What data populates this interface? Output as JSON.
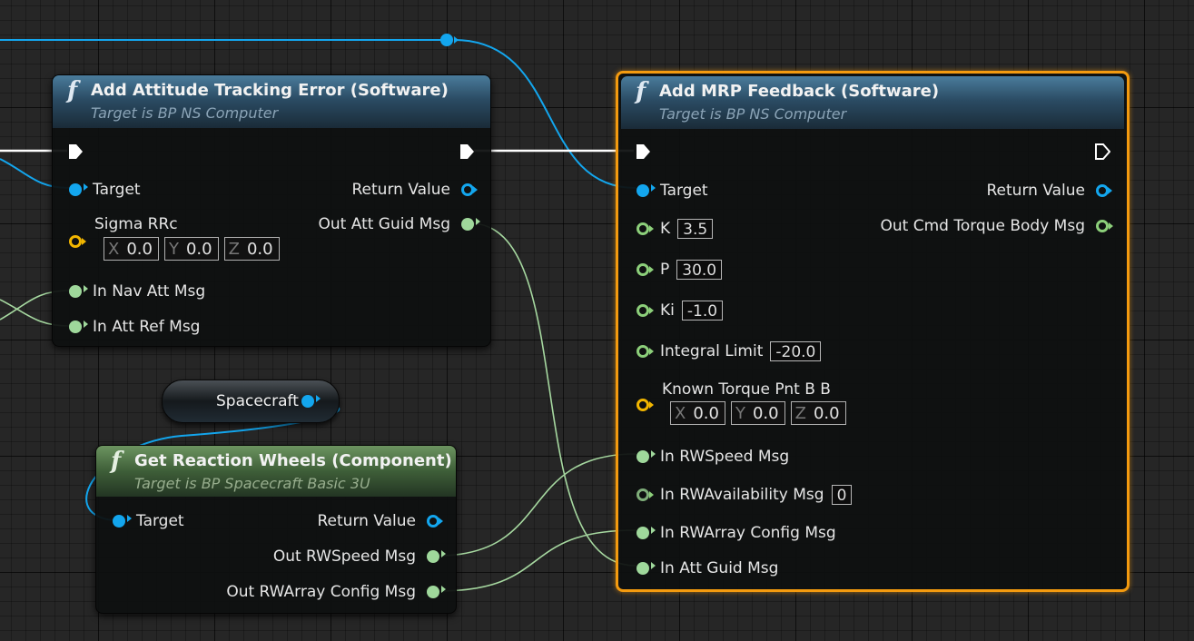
{
  "nodes": {
    "attitude_error": {
      "title": "Add Attitude Tracking Error (Software)",
      "subtitle": "Target is BP NS Computer",
      "inputs": {
        "target": "Target",
        "sigma": "Sigma RRc",
        "nav_att": "In Nav Att Msg",
        "att_ref": "In Att Ref Msg"
      },
      "sigma_vector": {
        "x_axis": "X",
        "x": "0.0",
        "y_axis": "Y",
        "y": "0.0",
        "z_axis": "Z",
        "z": "0.0"
      },
      "outputs": {
        "return_value": "Return Value",
        "out_att_guid": "Out Att Guid Msg"
      }
    },
    "mrp_feedback": {
      "title": "Add MRP Feedback (Software)",
      "subtitle": "Target is BP NS Computer",
      "inputs": {
        "target": "Target",
        "k": "K",
        "k_value": "3.5",
        "p": "P",
        "p_value": "30.0",
        "ki": "Ki",
        "ki_value": "-1.0",
        "integral_limit": "Integral Limit",
        "integral_limit_value": "-20.0",
        "known_torque": "Known Torque Pnt B B",
        "rw_speed": "In RWSpeed Msg",
        "rw_availability": "In RWAvailability Msg",
        "rw_availability_value": "0",
        "rw_array_config": "In RWArray Config Msg",
        "att_guid": "In Att Guid Msg"
      },
      "torque_vector": {
        "x_axis": "X",
        "x": "0.0",
        "y_axis": "Y",
        "y": "0.0",
        "z_axis": "Z",
        "z": "0.0"
      },
      "outputs": {
        "return_value": "Return Value",
        "out_cmd_torque": "Out Cmd Torque Body Msg"
      }
    },
    "spacecraft_var": {
      "label": "Spacecraft"
    },
    "reaction_wheels": {
      "title": "Get Reaction Wheels (Component)",
      "subtitle": "Target is BP Spacecraft Basic 3U",
      "inputs": {
        "target": "Target"
      },
      "outputs": {
        "return_value": "Return Value",
        "out_rw_speed": "Out RWSpeed Msg",
        "out_rw_array_config": "Out RWArray Config Msg"
      }
    }
  },
  "colors": {
    "object_pin": "#13a6ee",
    "struct_pin": "#9fd89b",
    "vector_pin": "#f2b600",
    "exec_wire": "#ffffff",
    "selection": "#f39a0f",
    "function_header": "#2b4c64",
    "component_header": "#3e5e38"
  }
}
